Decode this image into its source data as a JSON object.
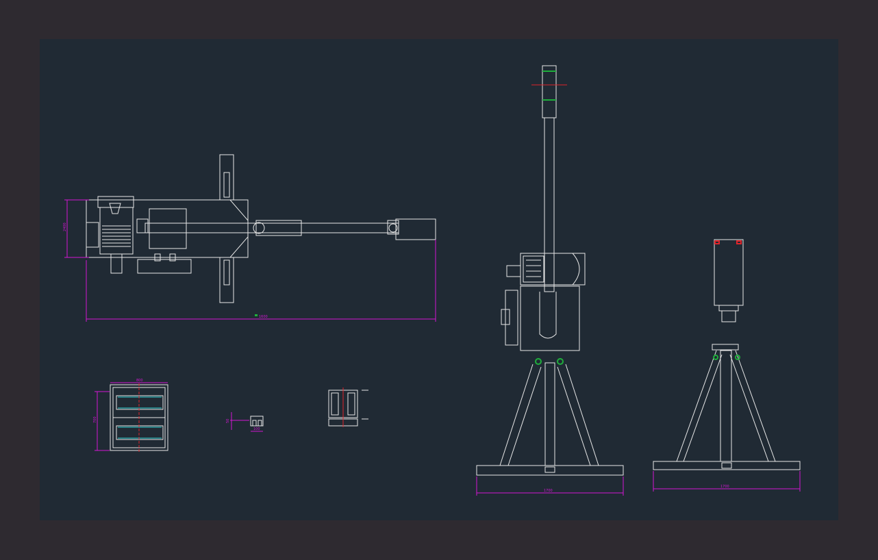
{
  "colors": {
    "outer_background": "#2e2a30",
    "drawing_background": "#202a34",
    "linework": "#e8e8e8",
    "dimension": "#d417d4",
    "center_line": "#e0242a",
    "highlight_cyan": "#2fd6d6",
    "highlight_green": "#1fae3c"
  },
  "views": {
    "plan": {
      "dim_overall": "1600",
      "dim_depth": "2400"
    },
    "section": {
      "dim_width": "800",
      "dim_height": "700"
    },
    "detail_small": {
      "dim_a": "50",
      "dim_b": "100"
    },
    "elevation": {
      "dim_base": "1700"
    },
    "side": {
      "dim_base": "1700"
    }
  }
}
